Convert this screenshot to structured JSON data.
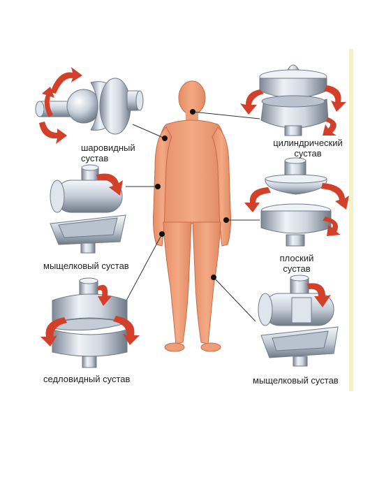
{
  "diagram": {
    "colors": {
      "body": "#f0a078",
      "body_outline": "#c86a48",
      "metal_light": "#eef2f7",
      "metal_mid": "#b9c2cf",
      "metal_dark": "#6f7a88",
      "arrow": "#d2402a",
      "leader": "#333333",
      "strip": "#f4f2c4"
    },
    "labels": {
      "ball_joint": [
        "шаровидный",
        "сустав"
      ],
      "cylindrical_joint": [
        "цилиндрический",
        "сустав"
      ],
      "condylar_joint_left": "мыщелковый сустав",
      "plane_joint": [
        "плоский",
        "сустав"
      ],
      "saddle_joint": "седловидный сустав",
      "condylar_joint_right": "мыщелковый сустав"
    }
  }
}
